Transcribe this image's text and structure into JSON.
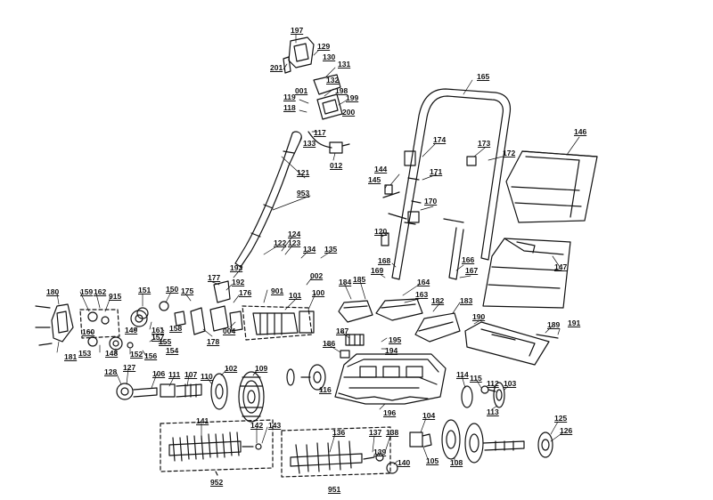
{
  "labels": [
    "197",
    "201",
    "129",
    "130",
    "131",
    "001",
    "132",
    "198",
    "199",
    "200",
    "119",
    "118",
    "117",
    "133",
    "012",
    "165",
    "146",
    "174",
    "173",
    "172",
    "144",
    "171",
    "145",
    "170",
    "121",
    "953",
    "120",
    "168",
    "166",
    "167",
    "169",
    "164",
    "163",
    "147",
    "124",
    "122",
    "123",
    "134",
    "135",
    "193",
    "002",
    "177",
    "192",
    "175",
    "176",
    "901",
    "100",
    "184",
    "185",
    "182",
    "183",
    "190",
    "189",
    "191",
    "180",
    "159",
    "162",
    "915",
    "151",
    "150",
    "161",
    "160",
    "158",
    "157",
    "155",
    "154",
    "153",
    "148",
    "152",
    "156",
    "149",
    "178",
    "004",
    "101",
    "186",
    "187",
    "195",
    "194",
    "128",
    "127",
    "106",
    "111",
    "107",
    "110",
    "102",
    "109",
    "116",
    "114",
    "115",
    "112",
    "103",
    "113",
    "196",
    "104",
    "125",
    "126",
    "141",
    "142",
    "143",
    "136",
    "137",
    "138",
    "139",
    "140",
    "105",
    "108",
    "952",
    "951",
    "181"
  ]
}
